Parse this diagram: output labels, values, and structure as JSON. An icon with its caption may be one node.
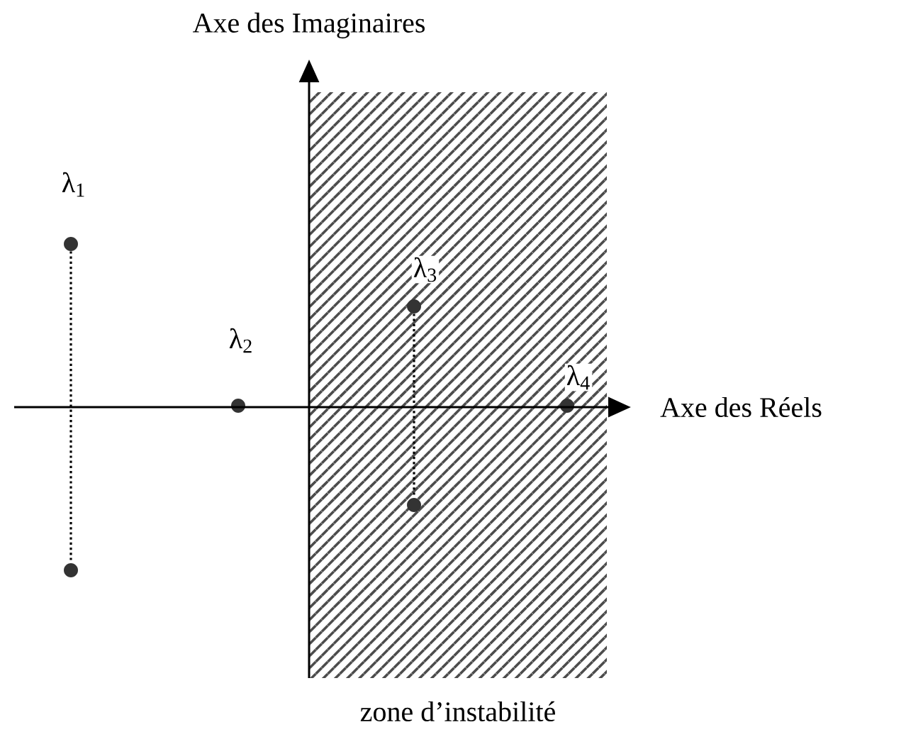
{
  "diagram": {
    "nodes": [
      {
        "text": [
          "zone d’instabilité"
        ]
      },
      {
        "text": [],
        "shape": "circle",
        "beside": [
          "λ$_{1}$"
        ]
      },
      {
        "text": [],
        "shape": "circle"
      },
      {
        "text": [],
        "shape": "circle",
        "beside": [
          "λ$_{2}$"
        ]
      },
      {
        "text": [],
        "shape": "circle",
        "beside": [
          "λ$_{3}$"
        ],
        "in": 0
      },
      {
        "text": [],
        "shape": "circle",
        "in": 0
      },
      {
        "text": [],
        "shape": "circle",
        "beside": [
          "λ$_{4}$"
        ],
        "in": 0
      }
    ],
    "edges": [
      {
        "from": 1,
        "to": 2,
        "arrow": "none"
      },
      {
        "from": 4,
        "to": 5,
        "arrow": "none"
      }
    ],
    "labels": [
      "Axe des Imaginaires",
      "Axe des Réels"
    ]
  }
}
